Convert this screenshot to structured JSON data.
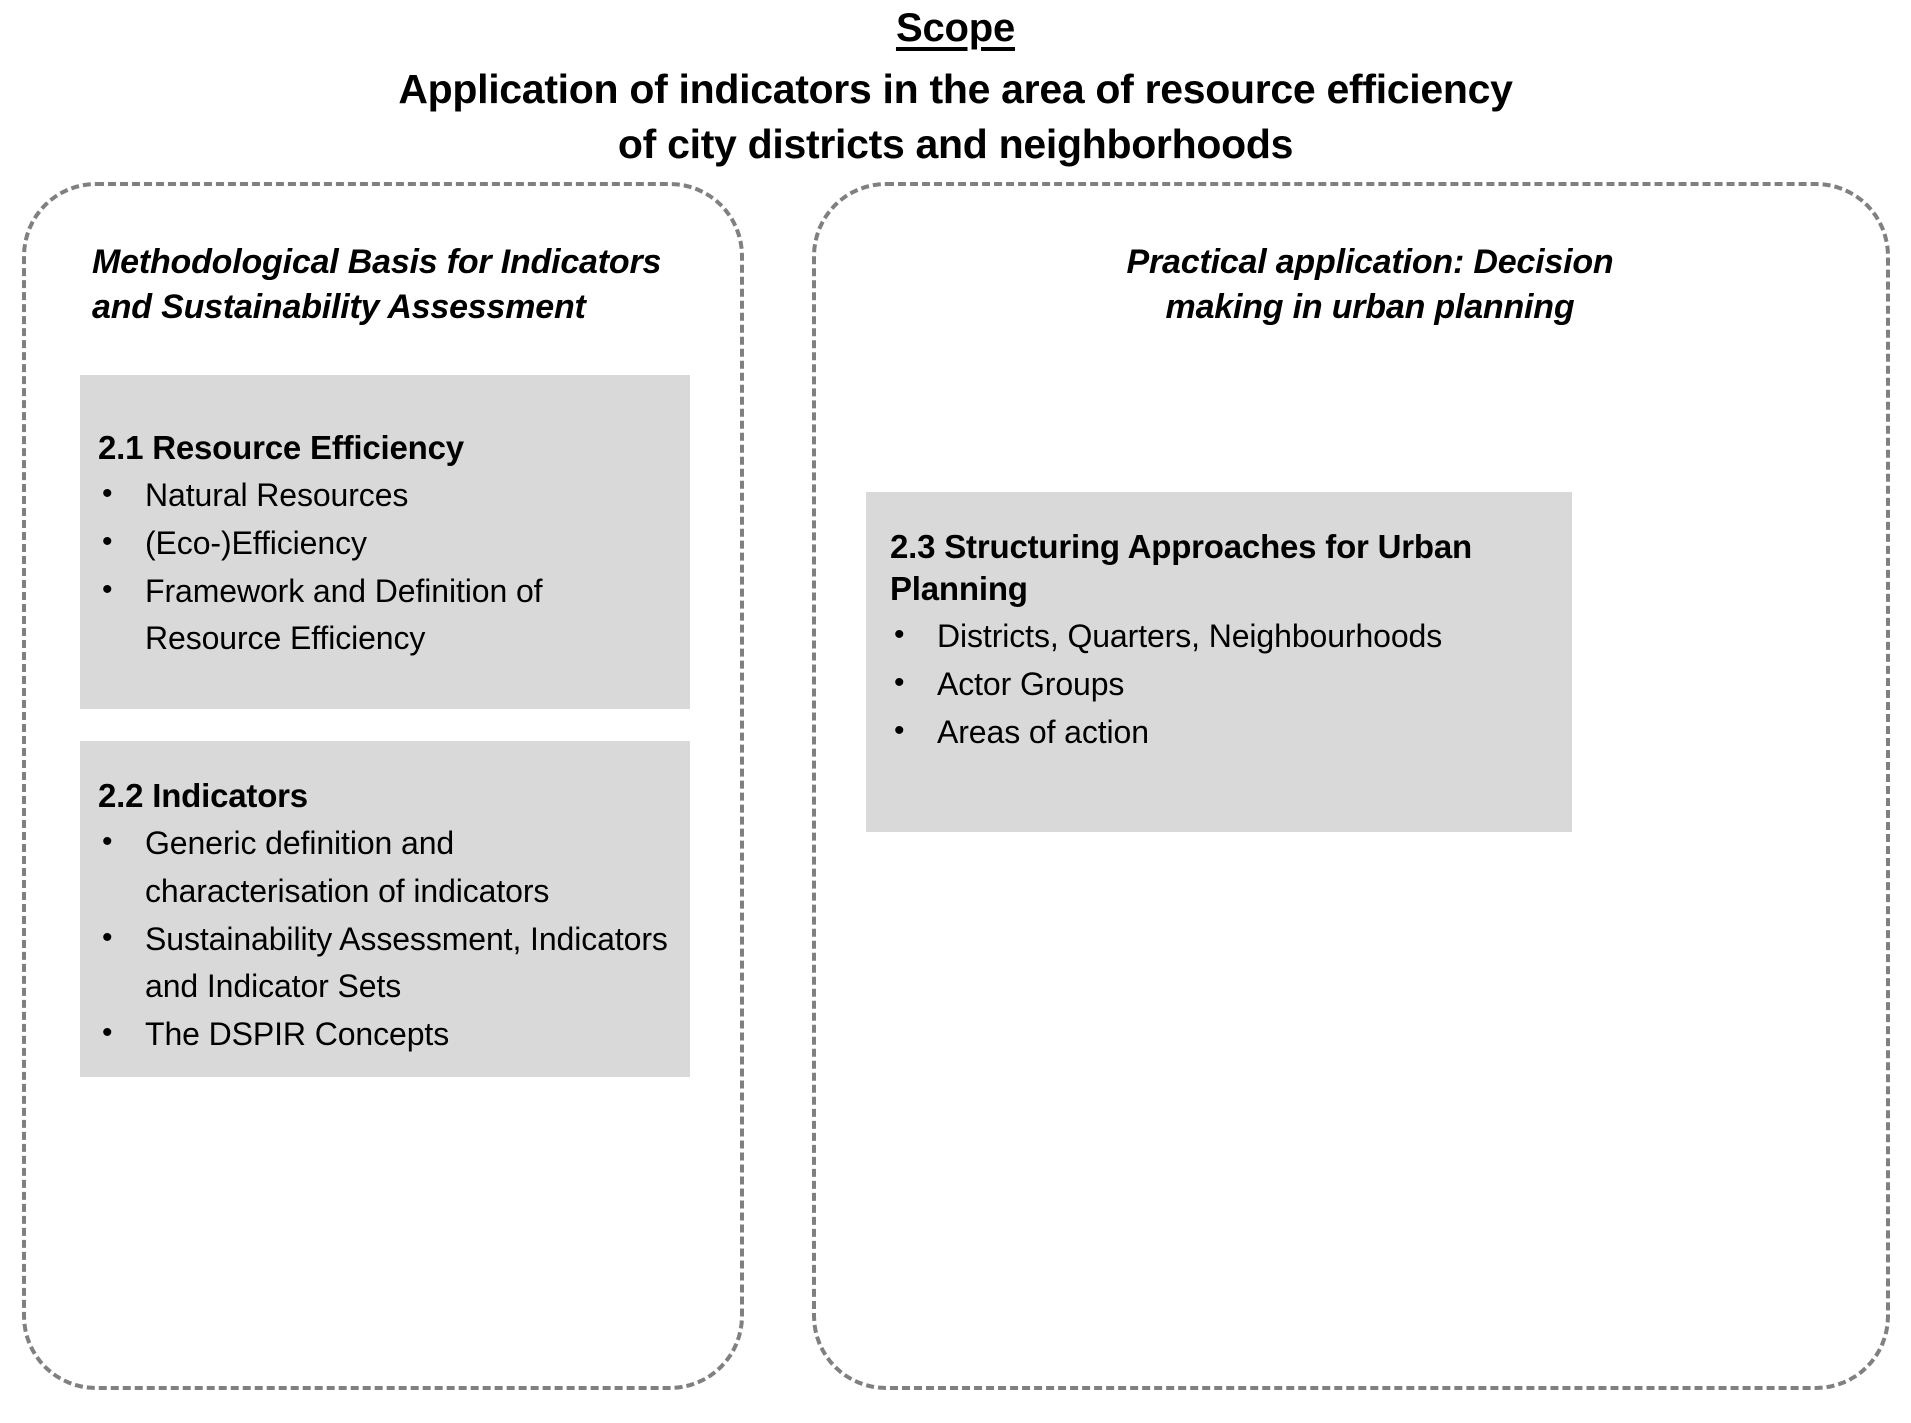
{
  "title": {
    "heading": "Scope",
    "subtitle_line1": "Application of indicators in the area of resource efficiency",
    "subtitle_line2": "of city districts and neighborhoods"
  },
  "panels": [
    {
      "id": "methodological-basis",
      "heading_line1": "Methodological Basis for Indicators",
      "heading_line2": "and Sustainability Assessment",
      "boxes": [
        {
          "id": "2.1",
          "title": "2.1 Resource Efficiency",
          "items": [
            "Natural Resources",
            "(Eco-)Efficiency",
            "Framework and Definition of Resource Efficiency"
          ]
        },
        {
          "id": "2.2",
          "title": "2.2 Indicators",
          "items": [
            "Generic definition and characterisation of indicators",
            "Sustainability Assessment, Indicators and Indicator Sets",
            "The DSPIR Concepts"
          ]
        }
      ]
    },
    {
      "id": "practical-application",
      "heading_line1": "Practical application: Decision",
      "heading_line2": "making in urban planning",
      "boxes": [
        {
          "id": "2.3",
          "title": "2.3 Structuring Approaches for Urban Planning",
          "items": [
            "Districts, Quarters, Neighbourhoods",
            "Actor Groups",
            "Areas of action"
          ]
        }
      ]
    }
  ],
  "colors": {
    "box_fill": "#d9d9d9",
    "panel_border": "#808080",
    "text": "#000000",
    "background": "#ffffff"
  }
}
